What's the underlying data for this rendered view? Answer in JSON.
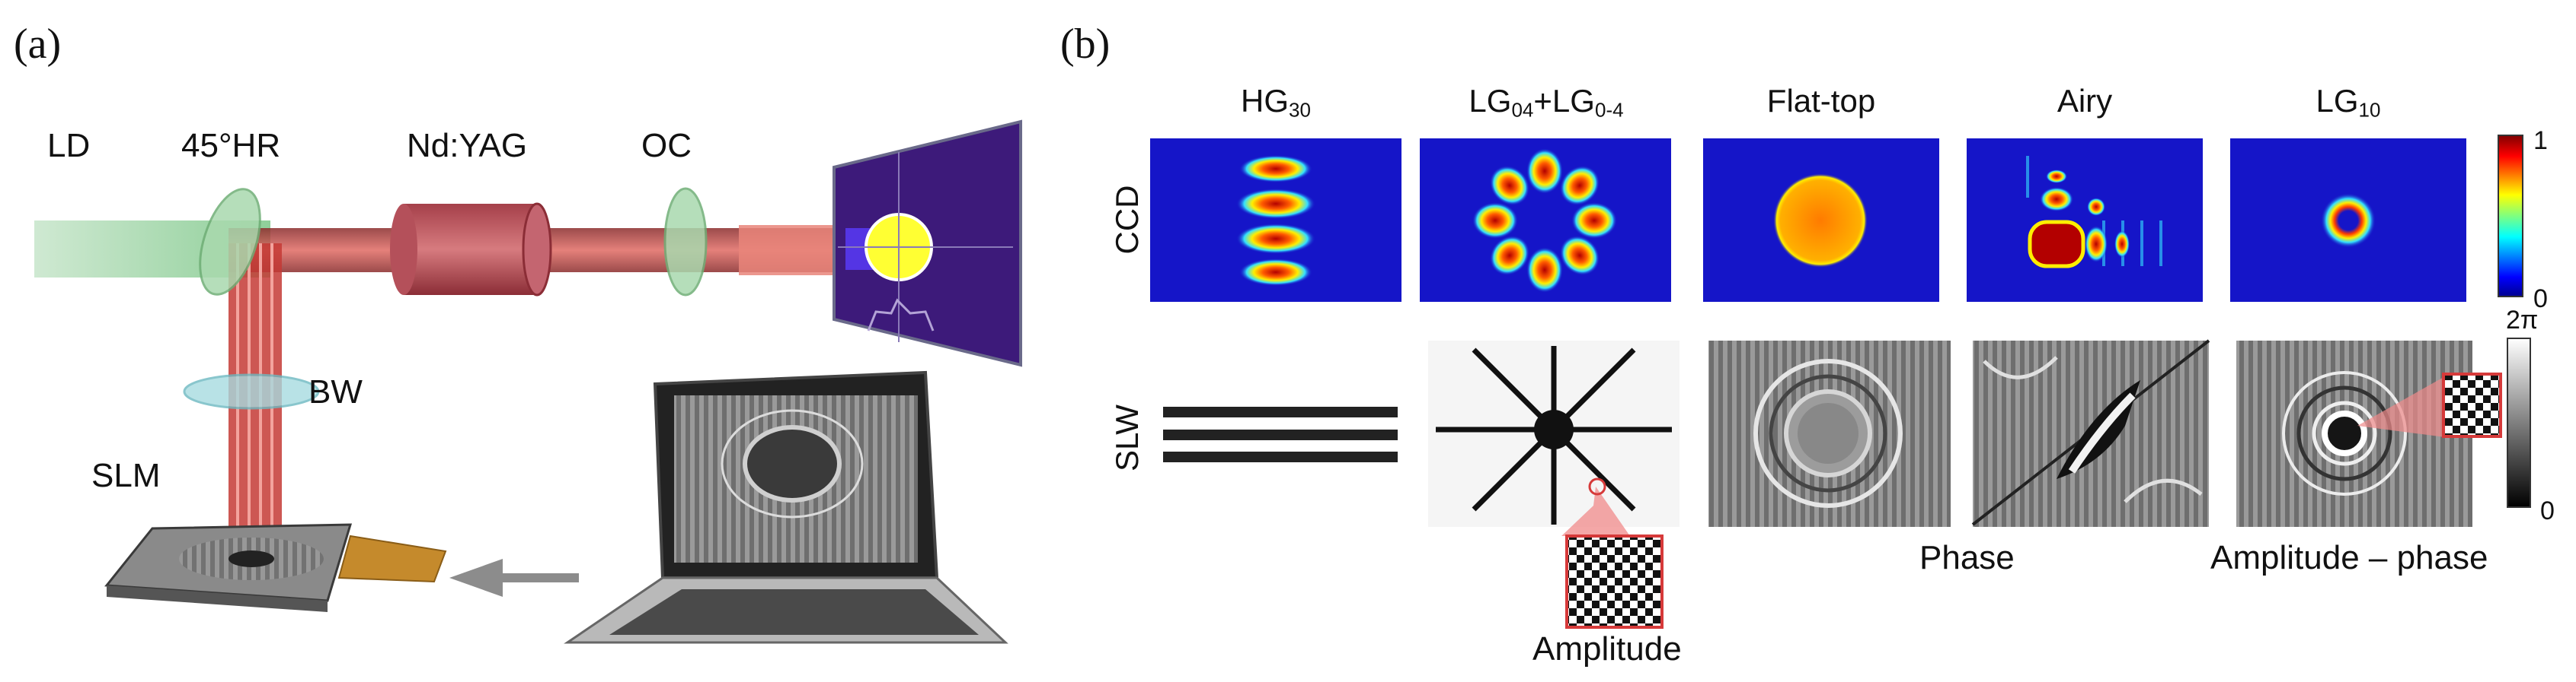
{
  "panels": {
    "a": "(a)",
    "b": "(b)"
  },
  "setup": {
    "ld": "LD",
    "hr": "45°HR",
    "ndyag": "Nd:YAG",
    "oc": "OC",
    "bw": "BW",
    "slm": "SLM"
  },
  "beams": {
    "columns": [
      {
        "main": "HG",
        "sub": "30"
      },
      {
        "main": "LG",
        "sub": "04",
        "main2": "+LG",
        "sub2": "0-4"
      },
      {
        "main": "Flat-top"
      },
      {
        "main": "Airy"
      },
      {
        "main": "LG",
        "sub": "10"
      }
    ],
    "row_ccd": "CCD",
    "row_slw": "SLW",
    "caption_amplitude": "Amplitude",
    "caption_phase": "Phase",
    "caption_amp_phase": "Amplitude – phase",
    "colorbar_top": "1",
    "colorbar_bottom": "0",
    "graybar_top": "2π",
    "graybar_bottom": "0"
  },
  "colors": {
    "green_beam": "#9fd5a6",
    "red_beam": "#d9534f",
    "screen": "#3d1a7a",
    "jet_background": "#1515c8"
  }
}
